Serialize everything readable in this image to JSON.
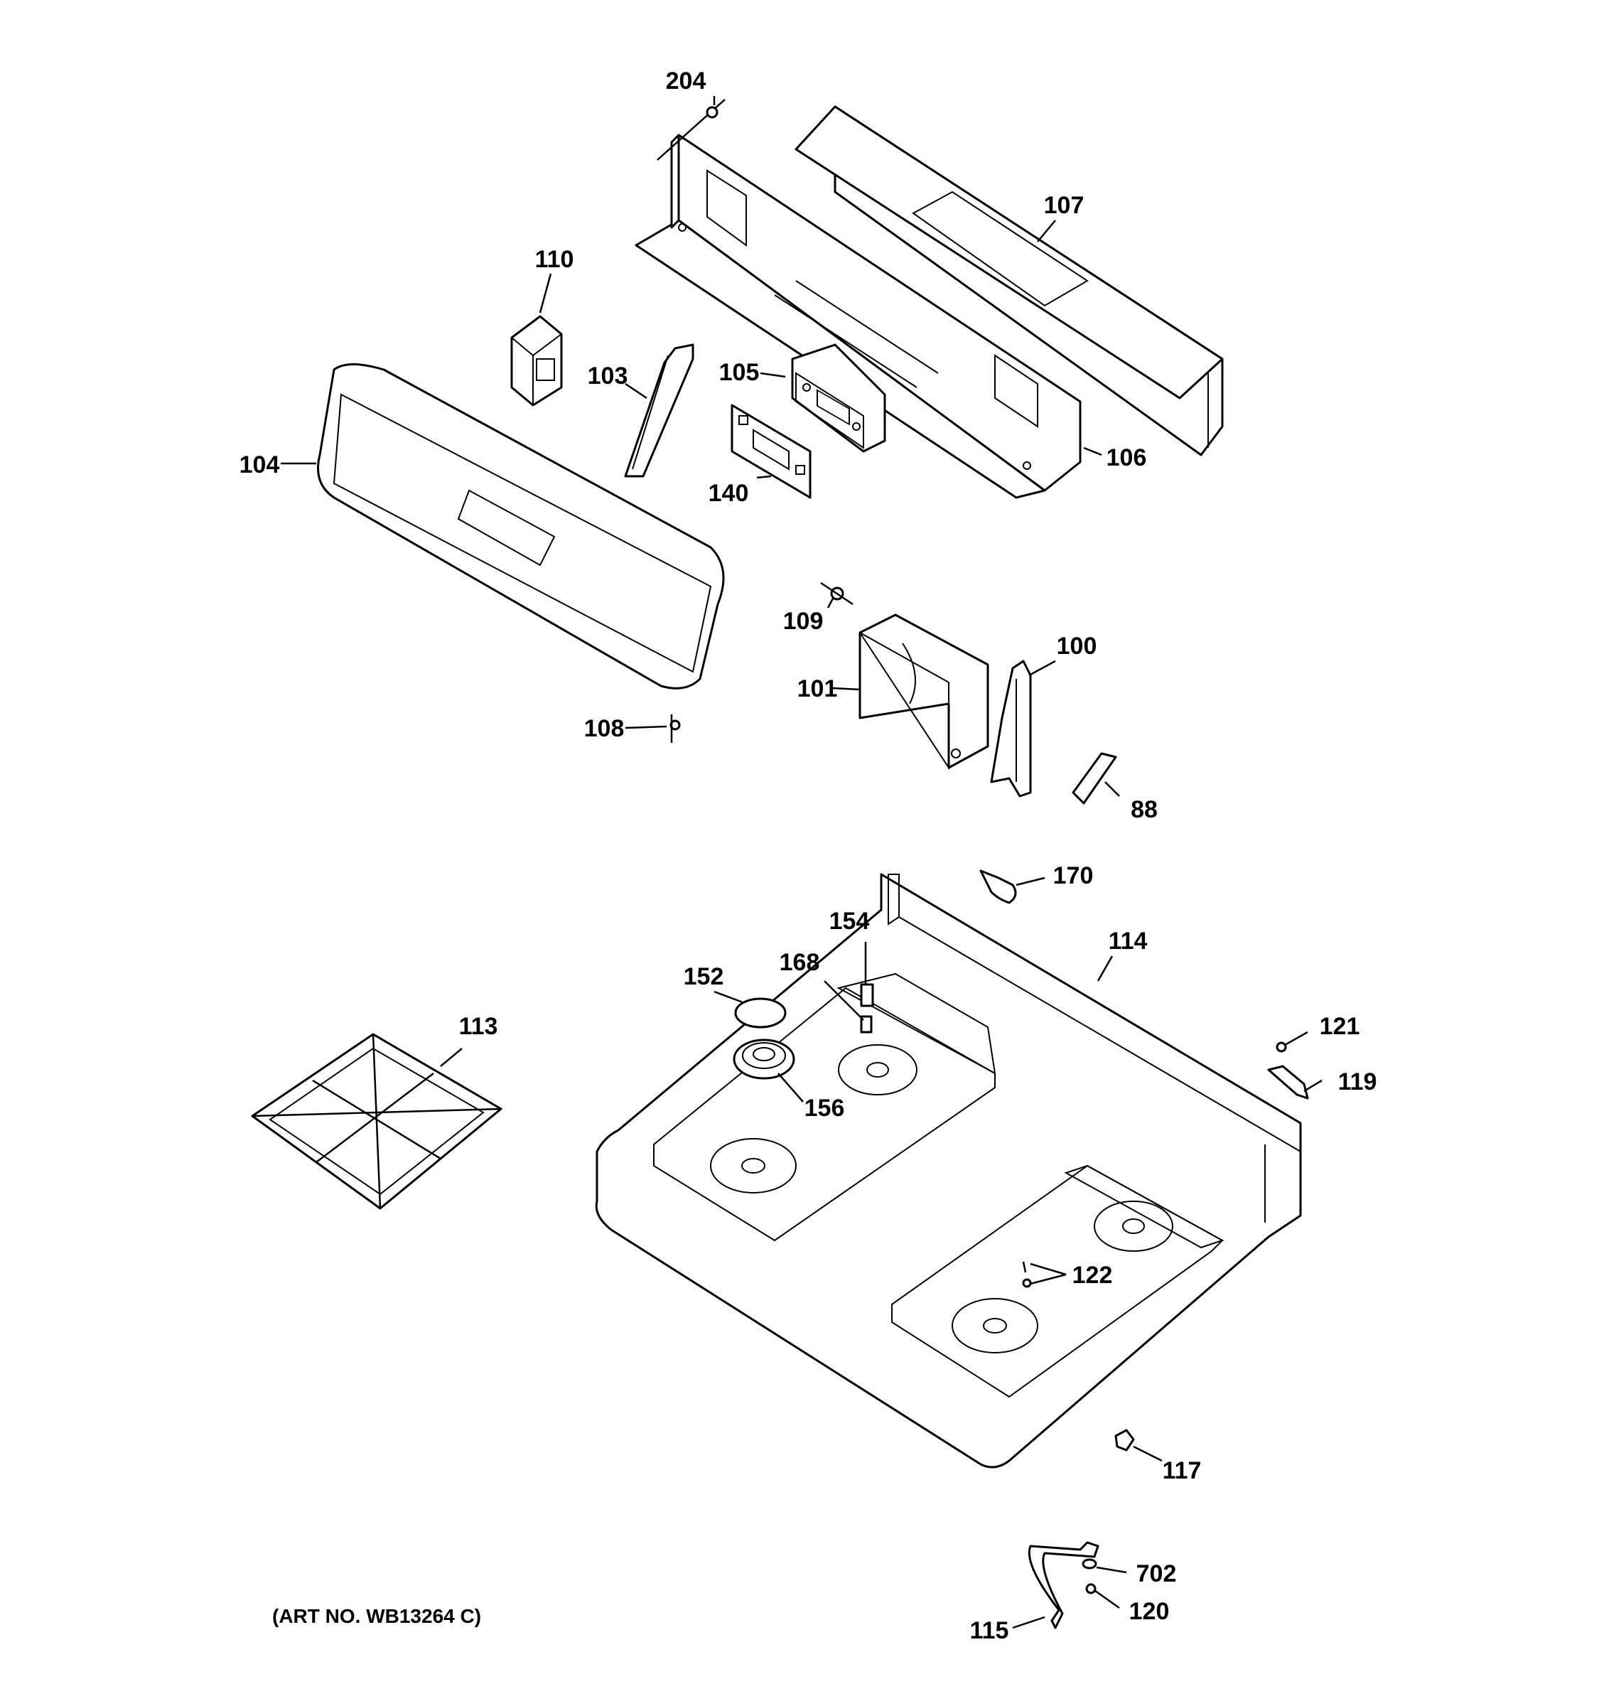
{
  "art_number": "(ART NO. WB13264 C)",
  "callouts": {
    "c204": "204",
    "c107": "107",
    "c110": "110",
    "c103": "103",
    "c105": "105",
    "c106": "106",
    "c104": "104",
    "c140": "140",
    "c109": "109",
    "c100": "100",
    "c101": "101",
    "c108": "108",
    "c88": "88",
    "c170": "170",
    "c154": "154",
    "c114": "114",
    "c168": "168",
    "c152": "152",
    "c113": "113",
    "c121": "121",
    "c119": "119",
    "c156": "156",
    "c122": "122",
    "c117": "117",
    "c702": "702",
    "c120": "120",
    "c115": "115"
  }
}
